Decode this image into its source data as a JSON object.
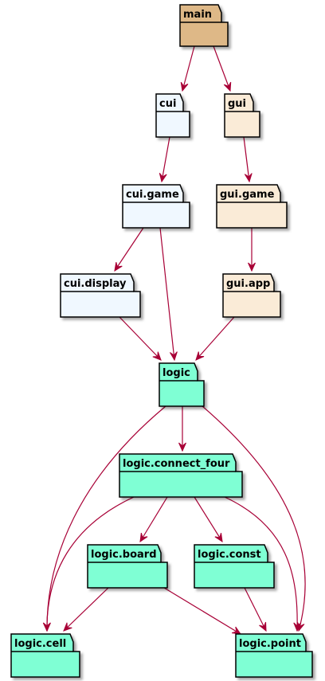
{
  "colors": {
    "edge": "#A80036",
    "stroke": "#000000",
    "main": "#DEB887",
    "cui": "#F0F8FF",
    "gui": "#FAEBD7",
    "logic": "#7FFFD4"
  },
  "packages": [
    {
      "id": "main",
      "label": "main",
      "color_key": "main"
    },
    {
      "id": "cui",
      "label": "cui",
      "color_key": "cui"
    },
    {
      "id": "gui",
      "label": "gui",
      "color_key": "gui"
    },
    {
      "id": "cui_game",
      "label": "cui.game",
      "color_key": "cui"
    },
    {
      "id": "gui_game",
      "label": "gui.game",
      "color_key": "gui"
    },
    {
      "id": "cui_display",
      "label": "cui.display",
      "color_key": "cui"
    },
    {
      "id": "gui_app",
      "label": "gui.app",
      "color_key": "gui"
    },
    {
      "id": "logic",
      "label": "logic",
      "color_key": "logic"
    },
    {
      "id": "logic_connect_four",
      "label": "logic.connect_four",
      "color_key": "logic"
    },
    {
      "id": "logic_board",
      "label": "logic.board",
      "color_key": "logic"
    },
    {
      "id": "logic_const",
      "label": "logic.const",
      "color_key": "logic"
    },
    {
      "id": "logic_cell",
      "label": "logic.cell",
      "color_key": "logic"
    },
    {
      "id": "logic_point",
      "label": "logic.point",
      "color_key": "logic"
    }
  ],
  "edges": [
    {
      "from": "main",
      "to": "cui"
    },
    {
      "from": "main",
      "to": "gui"
    },
    {
      "from": "cui",
      "to": "cui_game"
    },
    {
      "from": "gui",
      "to": "gui_game"
    },
    {
      "from": "cui_game",
      "to": "cui_display"
    },
    {
      "from": "cui_game",
      "to": "logic"
    },
    {
      "from": "gui_game",
      "to": "gui_app"
    },
    {
      "from": "cui_display",
      "to": "logic"
    },
    {
      "from": "gui_app",
      "to": "logic"
    },
    {
      "from": "logic",
      "to": "logic_connect_four"
    },
    {
      "from": "logic",
      "to": "logic_cell"
    },
    {
      "from": "logic",
      "to": "logic_point"
    },
    {
      "from": "logic_connect_four",
      "to": "logic_board"
    },
    {
      "from": "logic_connect_four",
      "to": "logic_const"
    },
    {
      "from": "logic_connect_four",
      "to": "logic_cell"
    },
    {
      "from": "logic_connect_four",
      "to": "logic_point"
    },
    {
      "from": "logic_board",
      "to": "logic_cell"
    },
    {
      "from": "logic_board",
      "to": "logic_point"
    },
    {
      "from": "logic_const",
      "to": "logic_point"
    }
  ]
}
